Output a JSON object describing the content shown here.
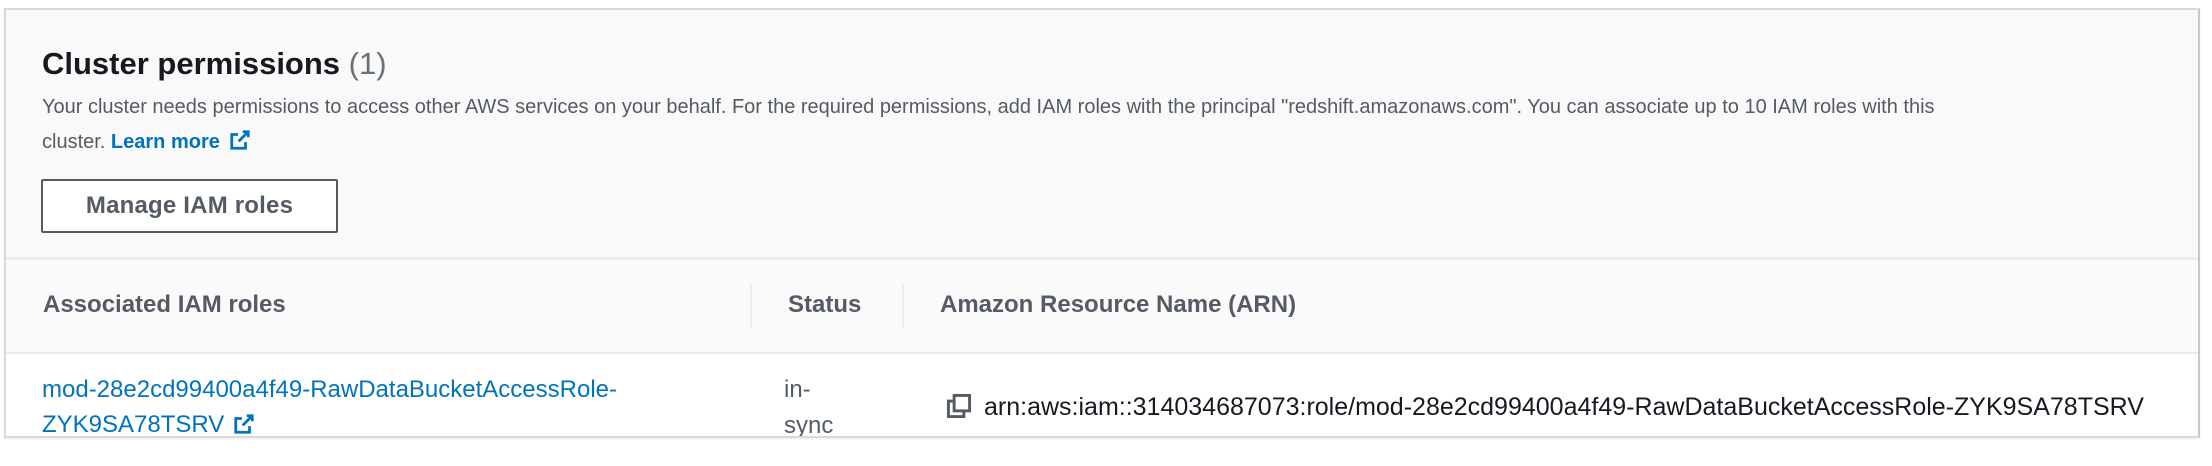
{
  "panel": {
    "title": "Cluster permissions",
    "count": "(1)",
    "description_line1": "Your cluster needs permissions to access other AWS services on your behalf. For the required permissions, add IAM roles with the principal \"redshift.amazonaws.com\". You can associate up to 10 IAM roles with this",
    "description_line2_prefix": "cluster.",
    "learn_more_label": "Learn more",
    "manage_button_label": "Manage IAM roles"
  },
  "table": {
    "columns": [
      "Associated IAM roles",
      "Status",
      "Amazon Resource Name (ARN)"
    ],
    "rows": [
      {
        "role_line1": "mod-28e2cd99400a4f49-RawDataBucketAccessRole-",
        "role_line2": "ZYK9SA78TSRV",
        "status_line1": "in-",
        "status_line2": "sync",
        "arn": "arn:aws:iam::314034687073:role/mod-28e2cd99400a4f49-RawDataBucketAccessRole-ZYK9SA78TSRV"
      }
    ]
  },
  "icons": {
    "external_link": "external-link-icon",
    "copy": "copy-icon"
  },
  "colors": {
    "link": "#0073bb",
    "heading": "#16191f",
    "secondary_text": "#545b64",
    "header_background": "#f9f9f9"
  }
}
